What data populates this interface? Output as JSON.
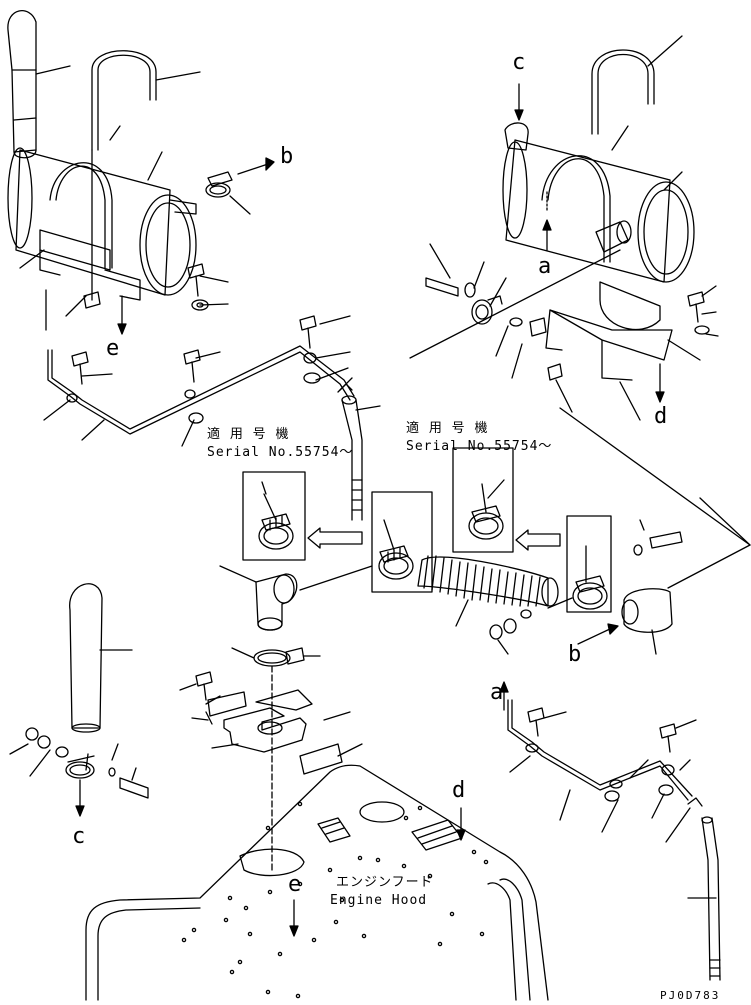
{
  "callouts": {
    "b_top": "b",
    "c_top": "c",
    "a_right": "a",
    "e_left": "e",
    "d_right": "d",
    "b_mid": "b",
    "a_lower": "a",
    "c_lower": "c",
    "d_lower": "d",
    "e_lower": "e"
  },
  "notes": {
    "applicable_left_jp": "適 用 号 機",
    "serial_left": "Serial No.55754～",
    "applicable_right_jp": "適 用 号 機",
    "serial_right": "Serial No.55754～",
    "engine_hood_jp": "エンジンフード",
    "engine_hood_en": "Engine Hood"
  },
  "drawing_code": "PJ0D783"
}
